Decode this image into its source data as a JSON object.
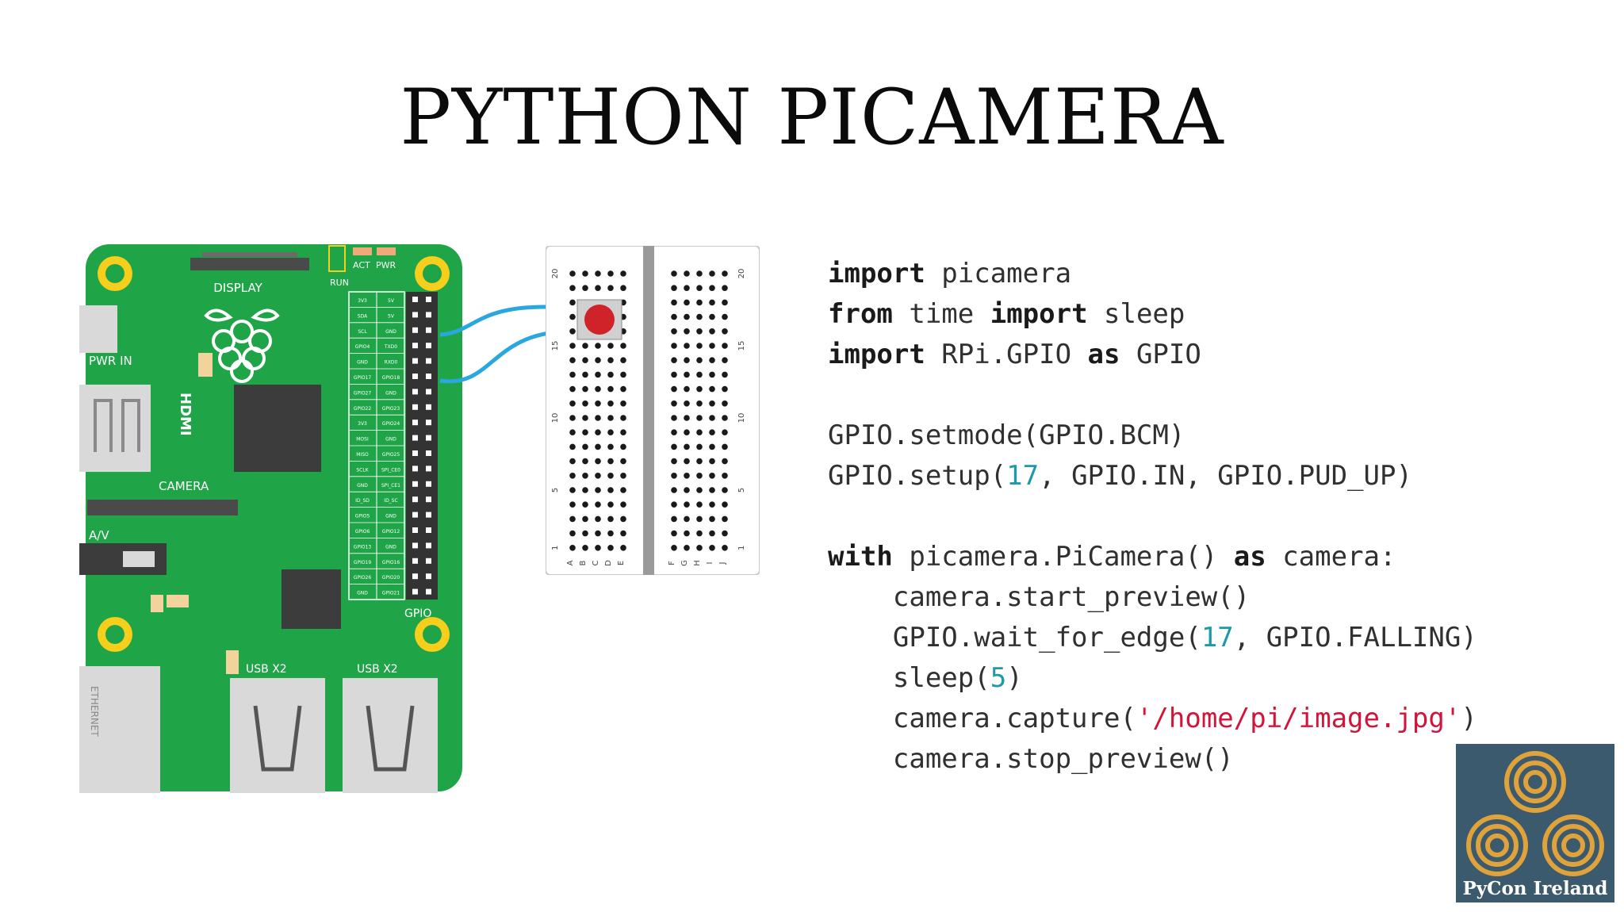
{
  "slide": {
    "title": "PYTHON PICAMERA"
  },
  "board": {
    "labels": {
      "display": "DISPLAY",
      "run": "RUN",
      "act": "ACT",
      "pwr": "PWR",
      "pwr_in": "PWR IN",
      "hdmi": "HDMI",
      "camera": "CAMERA",
      "av": "A/V",
      "gpio": "GPIO",
      "usb1": "USB X2",
      "usb2": "USB X2",
      "ethernet": "ETHERNET"
    },
    "pin_labels_left": [
      "3V3",
      "SDA",
      "SCL",
      "GPIO4",
      "GND",
      "GPIO17",
      "GPIO27",
      "GPIO22",
      "3V3",
      "MOSI",
      "MISO",
      "SCLK",
      "GND",
      "ID_SD",
      "GPIO5",
      "GPIO6",
      "GPIO13",
      "GPIO19",
      "GPIO26",
      "GND"
    ],
    "pin_labels_right": [
      "5V",
      "5V",
      "GND",
      "TXD0",
      "RXD0",
      "GPIO18",
      "GND",
      "GPIO23",
      "GPIO24",
      "GND",
      "GPIO25",
      "SPI_CE0",
      "SPI_CE1",
      "ID_SC",
      "GND",
      "GPIO12",
      "GND",
      "GPIO16",
      "GPIO20",
      "GPIO21"
    ],
    "colors": {
      "board": "#1fa448",
      "hole": "#f6cf1d",
      "wire": "#29a8df",
      "button": "#cf2229"
    }
  },
  "breadboard": {
    "row_numbers_left": [
      "20",
      "15",
      "10",
      "5",
      "1"
    ],
    "row_numbers_right": [
      "20",
      "15",
      "10",
      "5",
      "1"
    ],
    "col_letters_left": [
      "A",
      "B",
      "C",
      "D",
      "E"
    ],
    "col_letters_right": [
      "F",
      "G",
      "H",
      "I",
      "J"
    ]
  },
  "code": {
    "line1": {
      "kw1": "import",
      "t1": " picamera"
    },
    "line2": {
      "kw1": "from",
      "t1": " time ",
      "kw2": "import",
      "t2": " sleep"
    },
    "line3": {
      "kw1": "import",
      "t1": " RPi.GPIO ",
      "kw2": "as",
      "t2": " GPIO"
    },
    "line5": {
      "t1": "GPIO.setmode(GPIO.BCM)"
    },
    "line6": {
      "t1": "GPIO.setup(",
      "n1": "17",
      "t2": ", GPIO.IN, GPIO.PUD_UP)"
    },
    "line8": {
      "kw1": "with",
      "t1": " picamera.PiCamera() ",
      "kw2": "as",
      "t2": " camera:"
    },
    "line9": {
      "t1": "    camera.start_preview()"
    },
    "line10": {
      "t1": "    GPIO.wait_for_edge(",
      "n1": "17",
      "t2": ", GPIO.FALLING)"
    },
    "line11": {
      "t1": "    sleep(",
      "n1": "5",
      "t2": ")"
    },
    "line12": {
      "t1": "    camera.capture(",
      "s1": "'/home/pi/image.jpg'",
      "t2": ")"
    },
    "line13": {
      "t1": "    camera.stop_preview()"
    }
  },
  "logo": {
    "text": "PyCon Ireland",
    "icon": "triskele-icon"
  }
}
